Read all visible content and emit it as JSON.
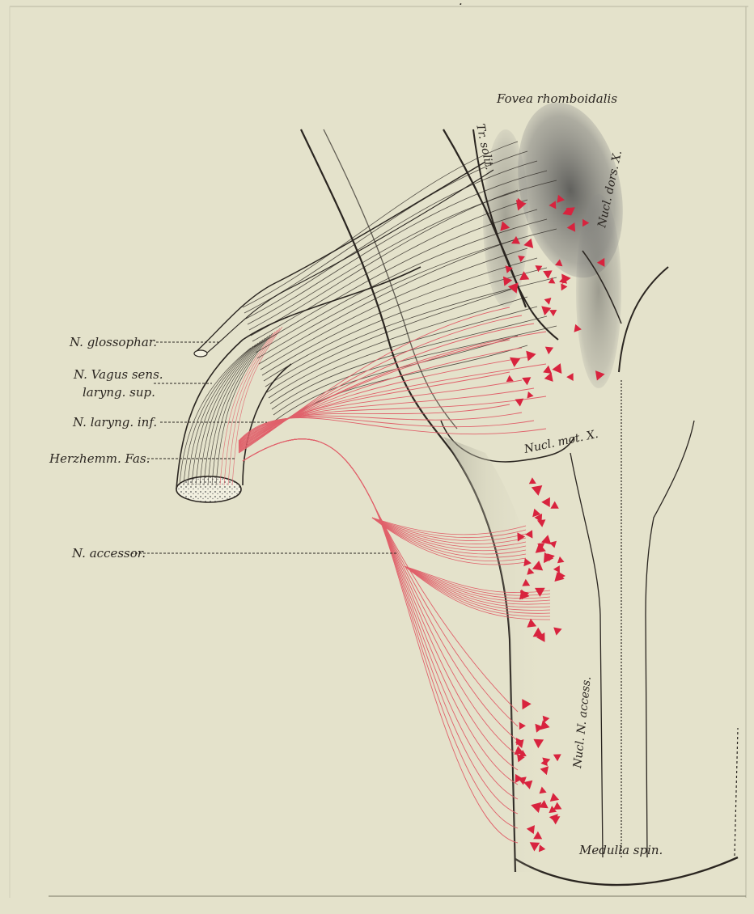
{
  "labels": {
    "fovea": "Fovea rhomboidalis",
    "nucl_dors": "Nucl. dors. X.",
    "tr_solit": "Tr. solit.",
    "nucl_mot": "Nucl. mot. X.",
    "nucl_access": "Nucl. N. access.",
    "medulla": "Medulla spin.",
    "glossophar": "N. glossophar.",
    "vagus_sens": "N. Vagus sens.",
    "laryng_sup": "laryng. sup.",
    "laryng_inf": "N. laryng. inf.",
    "herzhemm": "Herzhemm. Fas.",
    "accessor": "N. accessor.",
    "page_mark": "·"
  },
  "colors": {
    "paper": "#e4e2cb",
    "ink": "#2a2520",
    "nerve_red": "#e0606a",
    "cell_red": "#d8233e",
    "stipple": "#6a6a6a"
  }
}
